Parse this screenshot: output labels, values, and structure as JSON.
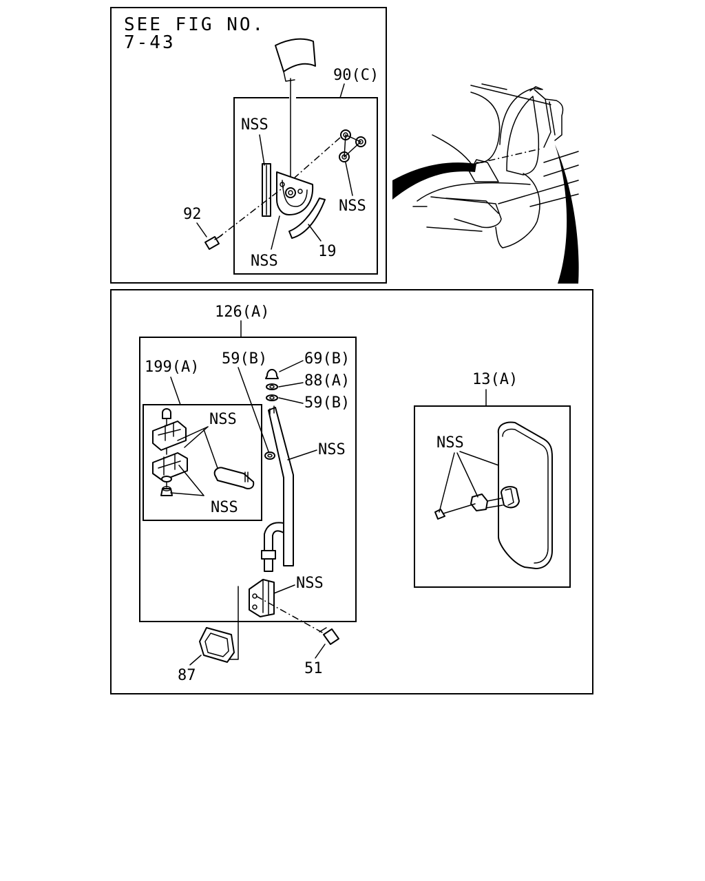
{
  "top_panel": {
    "note_line1": "SEE FIG NO.",
    "note_line2": "7-43",
    "labels": {
      "group": "90(C)",
      "nss_a": "NSS",
      "nss_b": "NSS",
      "nss_c": "NSS",
      "p92": "92",
      "p19": "19"
    }
  },
  "bottom_panel": {
    "labels": {
      "arm_group": "126(A)",
      "bracket_group": "199(A)",
      "p59b_left": "59(B)",
      "p69b": "69(B)",
      "p88a": "88(A)",
      "p59b_right": "59(B)",
      "nss_bracket_top": "NSS",
      "nss_bracket_bottom": "NSS",
      "nss_arm": "NSS",
      "nss_hinge": "NSS",
      "p87": "87",
      "p51": "51",
      "mirror_group": "13(A)",
      "nss_mirror": "NSS"
    }
  }
}
